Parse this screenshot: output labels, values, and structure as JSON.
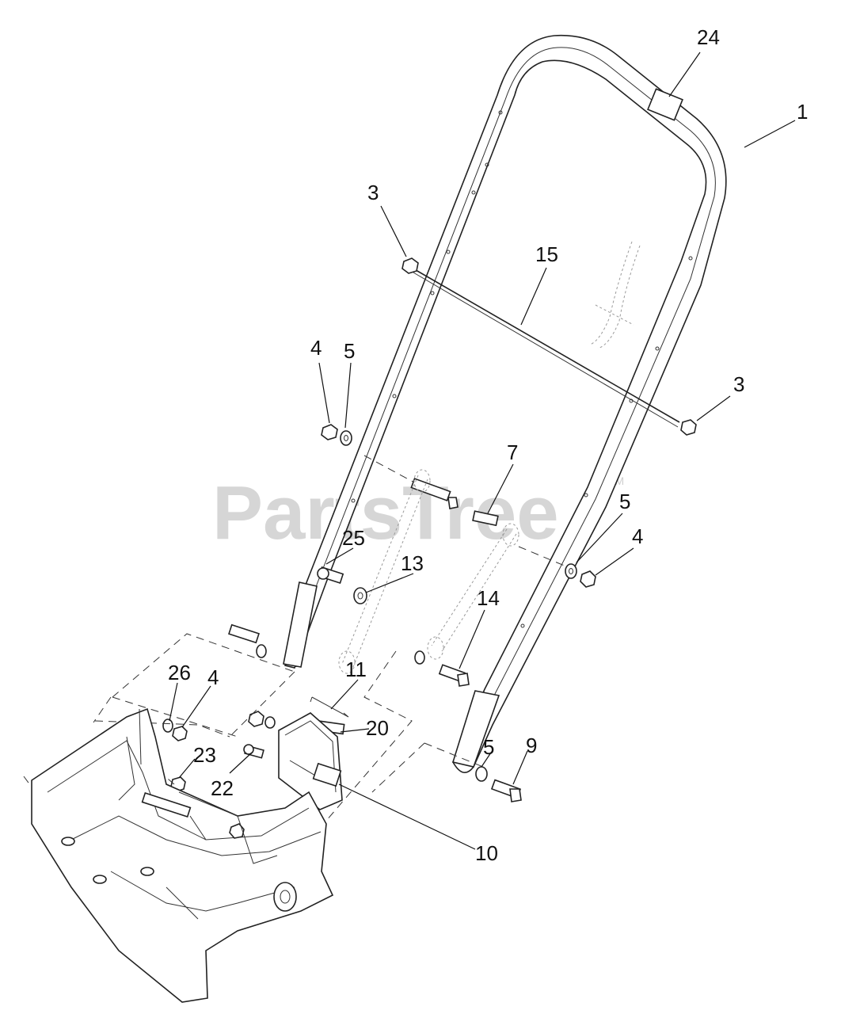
{
  "watermark": {
    "text": "PartsTree",
    "tm": "TM"
  },
  "callouts": {
    "c1": "1",
    "c3a": "3",
    "c3b": "3",
    "c4a": "4",
    "c4b": "4",
    "c4c": "4",
    "c5a": "5",
    "c5b": "5",
    "c5c": "5",
    "c7": "7",
    "c9": "9",
    "c10": "10",
    "c11": "11",
    "c13": "13",
    "c14": "14",
    "c15": "15",
    "c20": "20",
    "c22": "22",
    "c23": "23",
    "c24": "24",
    "c25": "25",
    "c26": "26"
  },
  "colors": {
    "line": "#222222",
    "watermark": "#d6d6d6",
    "background": "#ffffff"
  }
}
